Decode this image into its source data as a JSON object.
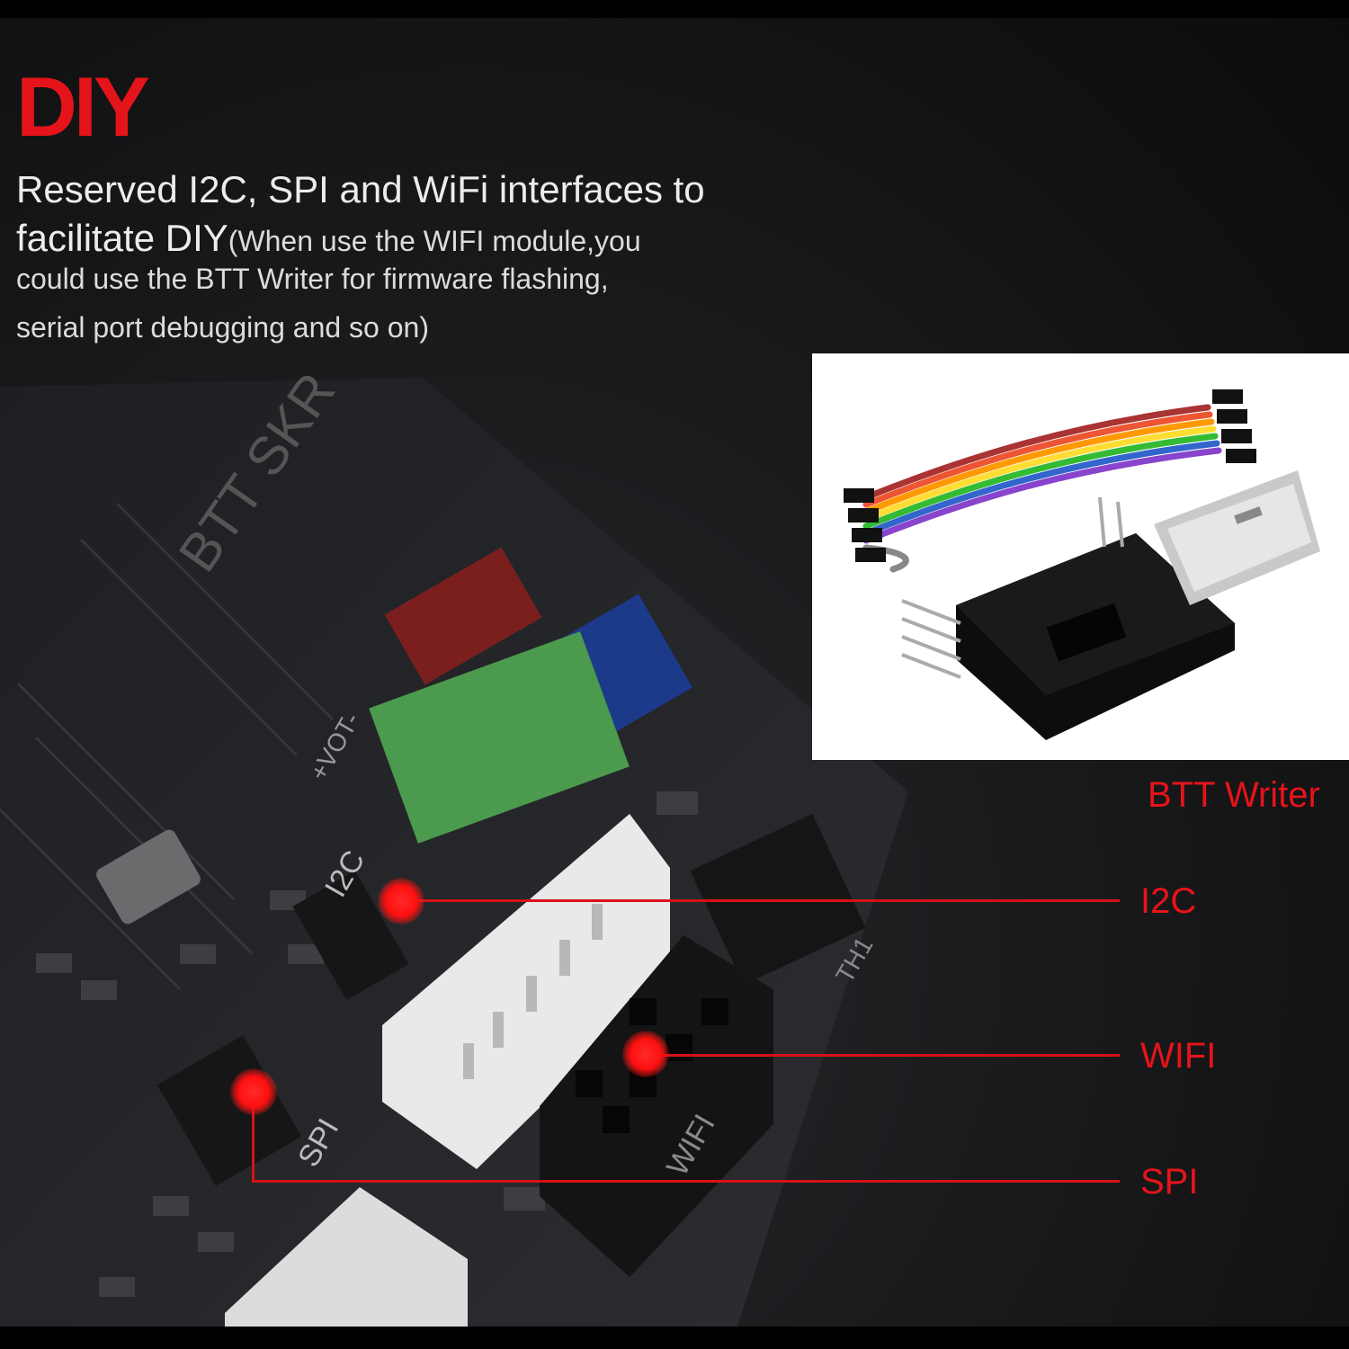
{
  "header": {
    "title": "DIY",
    "headline": "Reserved I2C, SPI and WiFi interfaces to",
    "headline_line2": "facilitate DIY",
    "note_inline": "(When use the WIFI module,you",
    "note_line2": "could  use the BTT Writer for firmware flashing,",
    "note_line3": "serial port debugging and so on)"
  },
  "board_silkscreen": {
    "brand": "BTT SKR",
    "i2c_label": "I2C",
    "spi_label": "SPI",
    "wifi_label": "WIFI",
    "th_label": "TH1",
    "vot_label": "+VOT-"
  },
  "writer": {
    "caption": "BTT Writer"
  },
  "callouts": [
    {
      "label": "I2C"
    },
    {
      "label": "WIFI"
    },
    {
      "label": "SPI"
    }
  ],
  "colors": {
    "accent_red": "#e5141a",
    "text_light": "#ececec",
    "background": "#141415"
  }
}
